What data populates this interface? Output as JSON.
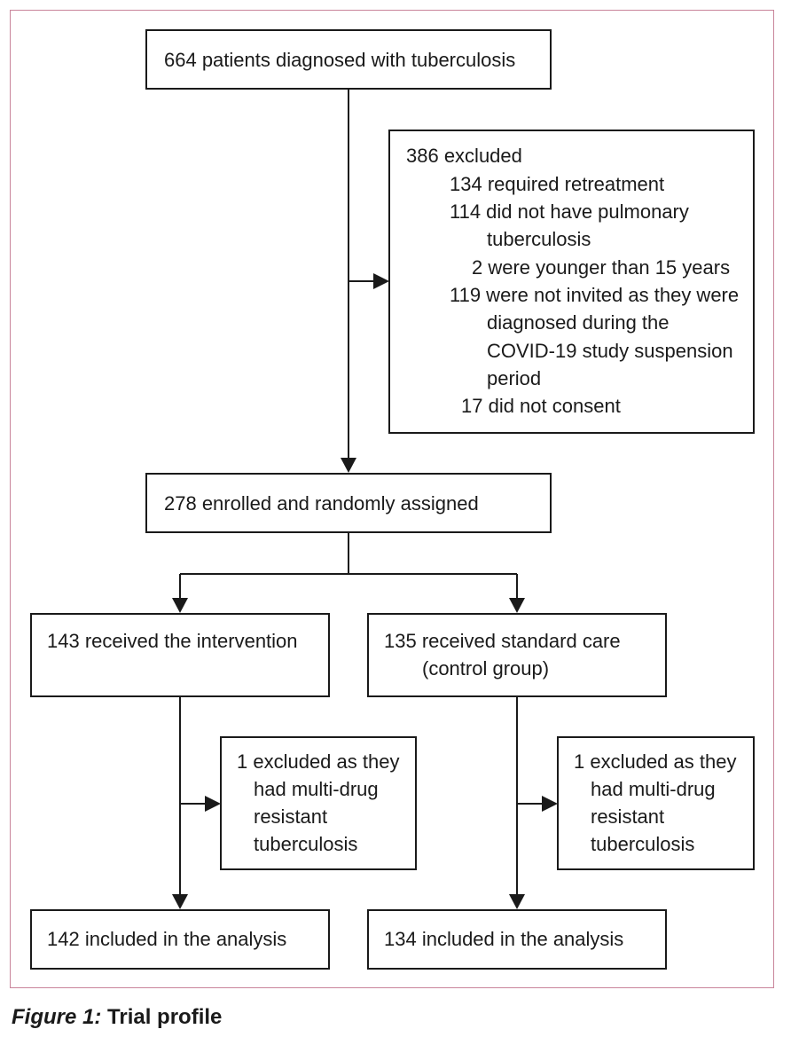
{
  "nodes": {
    "diagnosed": "664 patients diagnosed with tuberculosis",
    "excluded": {
      "title": "386 excluded",
      "retreatment": "134 required retreatment",
      "pulmonary_1": "114 did not have pulmonary",
      "pulmonary_2": "tuberculosis",
      "younger": "2 were younger than 15 years",
      "covid_1": "119 were not invited as they were",
      "covid_2": "diagnosed during the",
      "covid_3": "COVID-19 study suspension",
      "covid_4": "period",
      "consent": "17 did not consent"
    },
    "enrolled": "278 enrolled and randomly assigned",
    "intervention": "143 received the intervention",
    "standard_1": "135 received standard care",
    "standard_2": "(control group)",
    "excl_left": [
      "1 excluded as they",
      "had multi-drug",
      "resistant",
      "tuberculosis"
    ],
    "excl_right": [
      "1 excluded as they",
      "had multi-drug",
      "resistant",
      "tuberculosis"
    ],
    "analysis_left": "142 included in the analysis",
    "analysis_right": "134 included in the analysis"
  },
  "caption": {
    "figure": "Figure 1:",
    "title": "Trial profile"
  },
  "colors": {
    "frame": "#c9849a",
    "line": "#1a1a1a"
  }
}
